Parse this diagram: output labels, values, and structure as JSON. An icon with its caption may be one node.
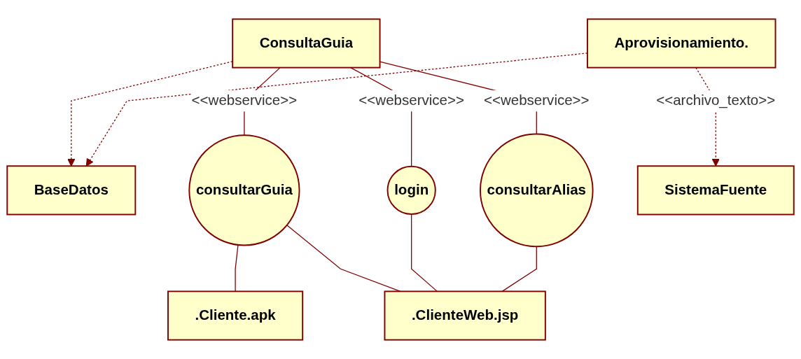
{
  "diagram": {
    "nodes": [
      {
        "text": [
          "ConsultaGuia"
        ]
      },
      {
        "text": [
          "BaseDatos"
        ]
      },
      {
        "text": [
          "consultarGuia"
        ]
      },
      {
        "text": [
          "login"
        ]
      },
      {
        "text": [
          "consultarAlias"
        ]
      },
      {
        "text": [
          "Aprovisionamiento."
        ]
      },
      {
        "text": [
          ".Cliente.apk"
        ]
      },
      {
        "text": [
          ".ClienteWeb.jsp"
        ]
      },
      {
        "text": [
          "SistemaFuente"
        ]
      }
    ],
    "edges": [
      {
        "from": 0,
        "to": 1,
        "arrow": "to",
        "style": "dashed"
      },
      {
        "from": 0,
        "to": 2,
        "arrow": "none",
        "label": "<<webservice>>"
      },
      {
        "from": 0,
        "to": 3,
        "arrow": "none",
        "label": "<<webservice>>"
      },
      {
        "from": 0,
        "to": 4,
        "arrow": "none",
        "label": "<<webservice>>"
      },
      {
        "from": 5,
        "to": 1,
        "arrow": "to",
        "style": "dashed"
      },
      {
        "from": 5,
        "to": 8,
        "arrow": "to",
        "style": "dashed",
        "label": "<<archivo_texto>>"
      },
      {
        "from": 6,
        "to": 2,
        "arrow": "none"
      },
      {
        "from": 7,
        "to": 2,
        "arrow": "none"
      },
      {
        "from": 7,
        "to": 3,
        "arrow": "none"
      },
      {
        "from": 7,
        "to": 4,
        "arrow": "none"
      }
    ]
  }
}
